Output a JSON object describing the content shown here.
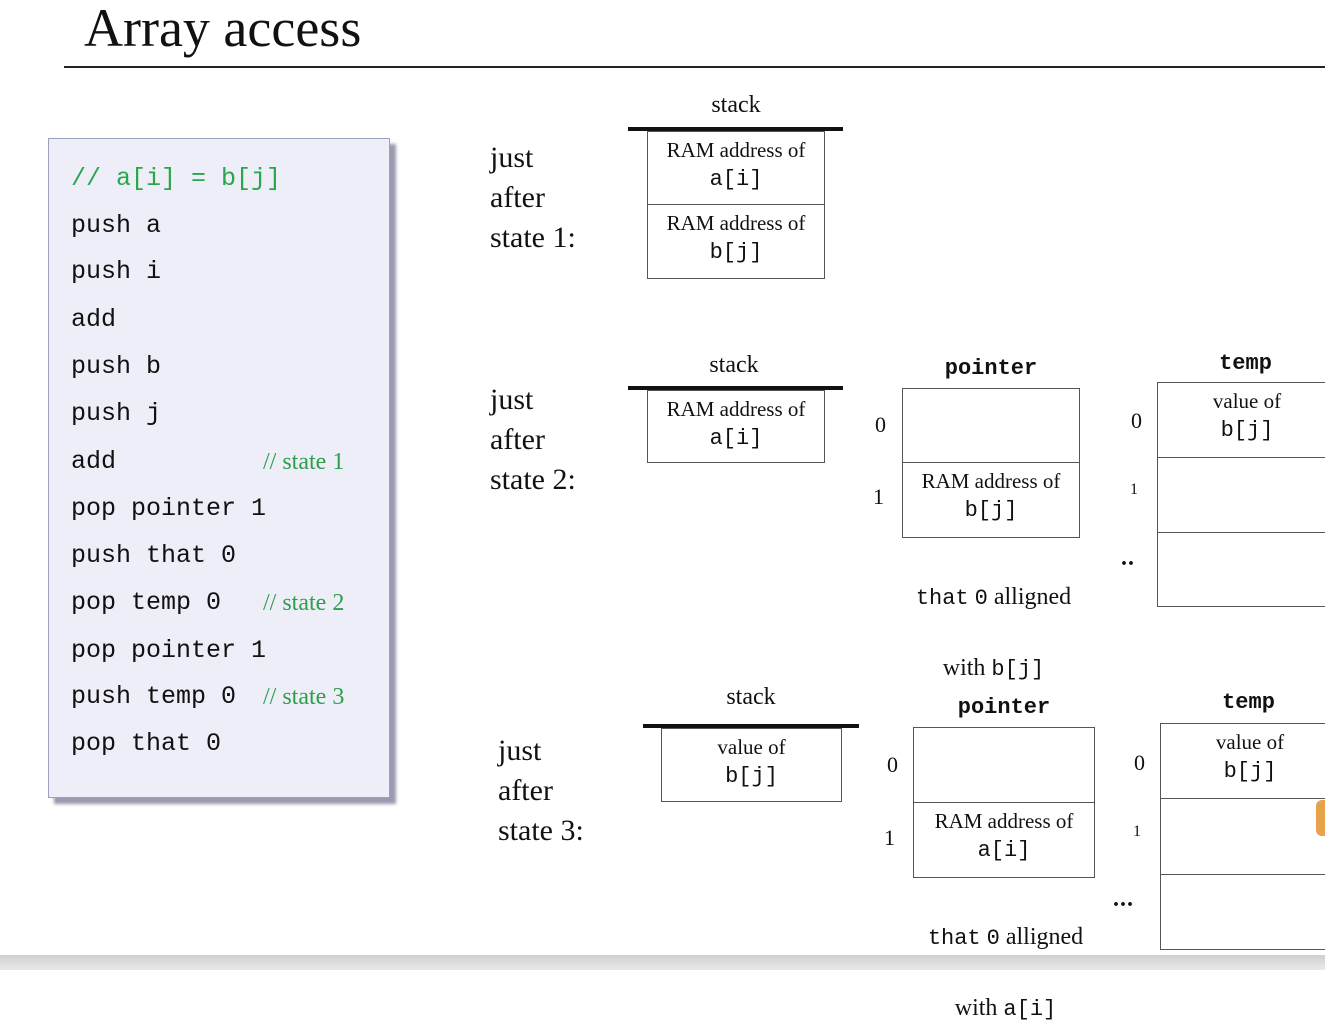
{
  "title": "Array access",
  "code": {
    "lines": [
      "// a[i] = b[j]",
      "push a",
      "push i",
      "add",
      "push b",
      "push j",
      "add",
      "pop pointer 1",
      "push that 0",
      "pop temp 0",
      "pop pointer 1",
      "push temp 0",
      "pop that 0"
    ],
    "state_comments": [
      "// state 1",
      "// state 2",
      "// state 3"
    ]
  },
  "states": [
    {
      "label": "just\nafter\nstate 1:",
      "stack": {
        "title": "stack",
        "cells": [
          {
            "line1": "RAM address of",
            "line2": "a[i]"
          },
          {
            "line1": "RAM address of",
            "line2": "b[j]"
          }
        ]
      }
    },
    {
      "label": "just\nafter\nstate 2:",
      "stack": {
        "title": "stack",
        "cells": [
          {
            "line1": "RAM address of",
            "line2": "a[i]"
          }
        ]
      },
      "pointer": {
        "title": "pointer",
        "indices": [
          "0",
          "1"
        ],
        "cells": [
          {
            "line1": "",
            "line2": ""
          },
          {
            "line1": "RAM address of",
            "line2": "b[j]"
          }
        ],
        "note_prefix": "that",
        "note_zero": "0",
        "note_mid": "alligned",
        "note_with": "with",
        "note_target": "b[j]"
      },
      "temp": {
        "title": "temp",
        "indices": [
          "0",
          "1",
          ".."
        ],
        "cells": [
          {
            "line1": "value of",
            "line2": "b[j]"
          },
          {
            "line1": "",
            "line2": ""
          },
          {
            "line1": "",
            "line2": ""
          }
        ]
      }
    },
    {
      "label": "just\nafter\nstate 3:",
      "stack": {
        "title": "stack",
        "cells": [
          {
            "line1": "value of",
            "line2": "b[j]"
          }
        ]
      },
      "pointer": {
        "title": "pointer",
        "indices": [
          "0",
          "1"
        ],
        "cells": [
          {
            "line1": "",
            "line2": ""
          },
          {
            "line1": "RAM address of",
            "line2": "a[i]"
          }
        ],
        "note_prefix": "that",
        "note_zero": "0",
        "note_mid": "alligned",
        "note_with": "with",
        "note_target": "a[i]"
      },
      "temp": {
        "title": "temp",
        "indices": [
          "0",
          "1",
          "..."
        ],
        "cells": [
          {
            "line1": "value of",
            "line2": "b[j]"
          },
          {
            "line1": "",
            "line2": ""
          },
          {
            "line1": "",
            "line2": ""
          }
        ]
      }
    }
  ]
}
